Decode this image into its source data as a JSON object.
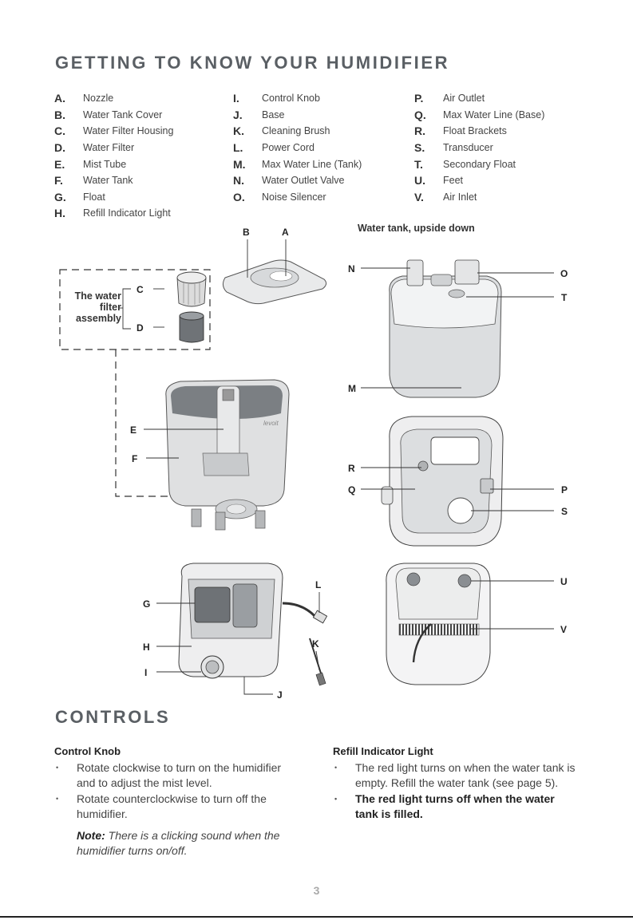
{
  "title": "GETTING TO KNOW YOUR HUMIDIFIER",
  "parts_columns": [
    [
      {
        "letter": "A.",
        "label": "Nozzle"
      },
      {
        "letter": "B.",
        "label": "Water Tank Cover"
      },
      {
        "letter": "C.",
        "label": "Water Filter Housing"
      },
      {
        "letter": "D.",
        "label": "Water Filter"
      },
      {
        "letter": "E.",
        "label": "Mist Tube"
      },
      {
        "letter": "F.",
        "label": "Water Tank"
      },
      {
        "letter": "G.",
        "label": "Float"
      },
      {
        "letter": "H.",
        "label": "Refill Indicator Light"
      }
    ],
    [
      {
        "letter": "I.",
        "label": "Control Knob"
      },
      {
        "letter": "J.",
        "label": "Base"
      },
      {
        "letter": "K.",
        "label": "Cleaning Brush"
      },
      {
        "letter": "L.",
        "label": "Power Cord"
      },
      {
        "letter": "M.",
        "label": "Max Water Line (Tank)"
      },
      {
        "letter": "N.",
        "label": "Water Outlet Valve"
      },
      {
        "letter": "O.",
        "label": "Noise Silencer"
      }
    ],
    [
      {
        "letter": "P.",
        "label": "Air Outlet"
      },
      {
        "letter": "Q.",
        "label": "Max Water Line (Base)"
      },
      {
        "letter": "R.",
        "label": "Float Brackets"
      },
      {
        "letter": "S.",
        "label": "Transducer"
      },
      {
        "letter": "T.",
        "label": "Secondary Float"
      },
      {
        "letter": "U.",
        "label": "Feet"
      },
      {
        "letter": "V.",
        "label": "Air Inlet"
      }
    ]
  ],
  "diagram": {
    "tank_caption": "Water tank, upside down",
    "filter_caption": "The water filter assembly",
    "brand": "levoit",
    "callouts": [
      "A",
      "B",
      "C",
      "D",
      "E",
      "F",
      "G",
      "H",
      "I",
      "J",
      "K",
      "L",
      "M",
      "N",
      "O",
      "P",
      "Q",
      "R",
      "S",
      "T",
      "U",
      "V"
    ]
  },
  "controls": {
    "title": "CONTROLS",
    "knob": {
      "heading": "Control Knob",
      "bullets": [
        "Rotate clockwise to turn on the humidifier and to adjust the mist level.",
        "Rotate counterclockwise to turn off the humidifier."
      ],
      "note_label": "Note:",
      "note_text": "There is a clicking sound when the humidifier turns on/off."
    },
    "refill": {
      "heading": "Refill Indicator Light",
      "bullets": [
        "The red light turns on when the water tank is empty. Refill the water tank (see page 5).",
        "The red light turns off when the water tank is filled."
      ]
    }
  },
  "page_number": "3"
}
